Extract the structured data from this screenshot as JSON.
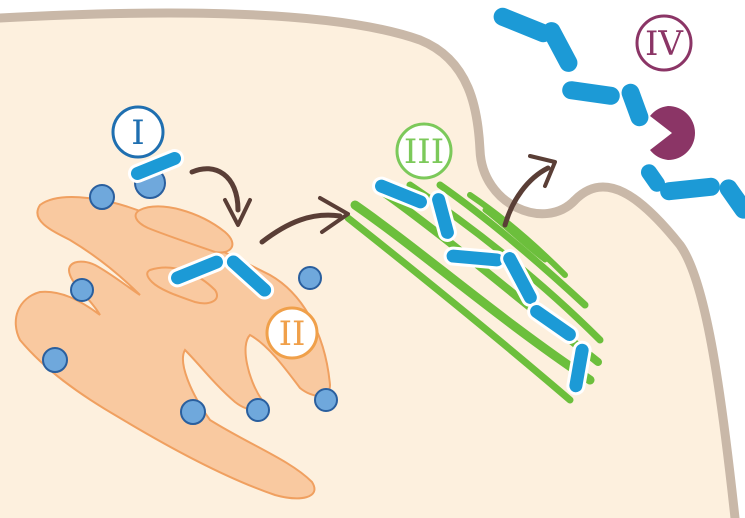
{
  "labels": {
    "step1": "I",
    "step2": "II",
    "step3": "III",
    "step4": "IV"
  },
  "colors": {
    "cytoplasm": "#fdf0de",
    "membrane": "#c9b8a8",
    "er_fill": "#f9c9a0",
    "er_outline": "#f0a060",
    "ribosome": "#6fa8dc",
    "protein": "#1c9ad6",
    "golgi": "#6cbf3c",
    "arrow": "#5a3e36",
    "label_I": "#1f6fb0",
    "label_II": "#f0a04a",
    "label_III": "#7cc95a",
    "label_IV": "#8b3566",
    "protease": "#8b3566"
  }
}
